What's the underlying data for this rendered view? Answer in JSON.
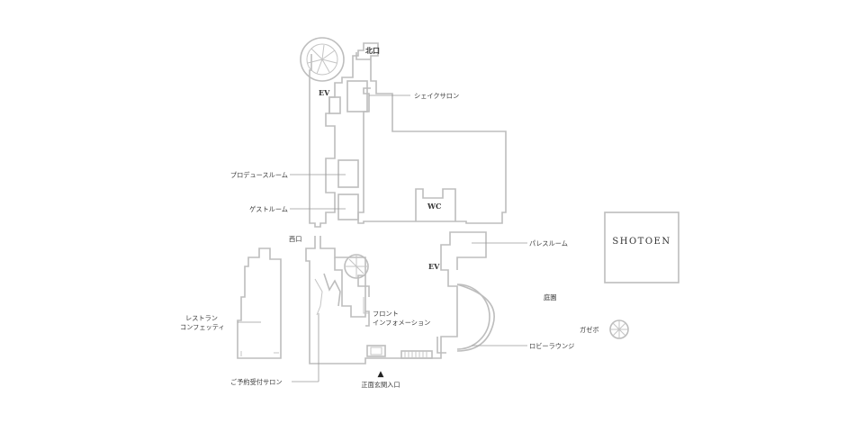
{
  "labels": {
    "north_entrance": "北口",
    "ev_upper": "EV",
    "shake_salon": "シェイクサロン",
    "produce_room": "プロデュースルーム",
    "guest_room": "ゲストルーム",
    "wc": "WC",
    "west_entrance": "西口",
    "palace_room": "パレスルーム",
    "ev_lower": "EV",
    "shotoen": "SHOTOEN",
    "garden": "庭園",
    "front_line1": "フロント",
    "front_line2": "インフォメーション",
    "restaurant_line1": "レストラン",
    "restaurant_line2": "コンフェッティ",
    "gazebo": "ガゼボ",
    "lobby_lounge": "ロビーラウンジ",
    "reservation_salon": "ご予約受付サロン",
    "main_entrance": "正面玄関入口"
  },
  "markers": {
    "main_entrance_arrow": "▲"
  }
}
